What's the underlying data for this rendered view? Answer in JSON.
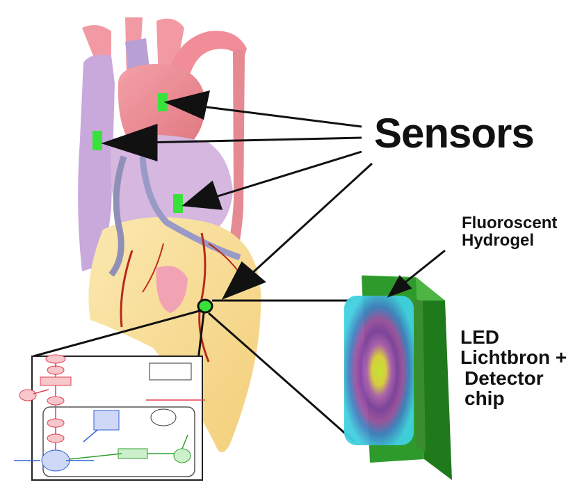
{
  "labels": {
    "sensors": "Sensors",
    "hydrogel_line1": "Fluoroscent",
    "hydrogel_line2": "Hydrogel",
    "chip_line1": "LED",
    "chip_line2": "Lichtbron +",
    "chip_line3": "Detector",
    "chip_line4": "chip"
  },
  "colors": {
    "sensor_patch": "#39e23a",
    "chip_frame": "#2e9a2b",
    "heart_pink": "#f0a0a8",
    "vein_lavender": "#c8a8d8",
    "myocardium_yellow": "#f8e3a0",
    "pathway_red": "#e04050",
    "pathway_green": "#30a030",
    "pathway_blue": "#3060d0"
  }
}
